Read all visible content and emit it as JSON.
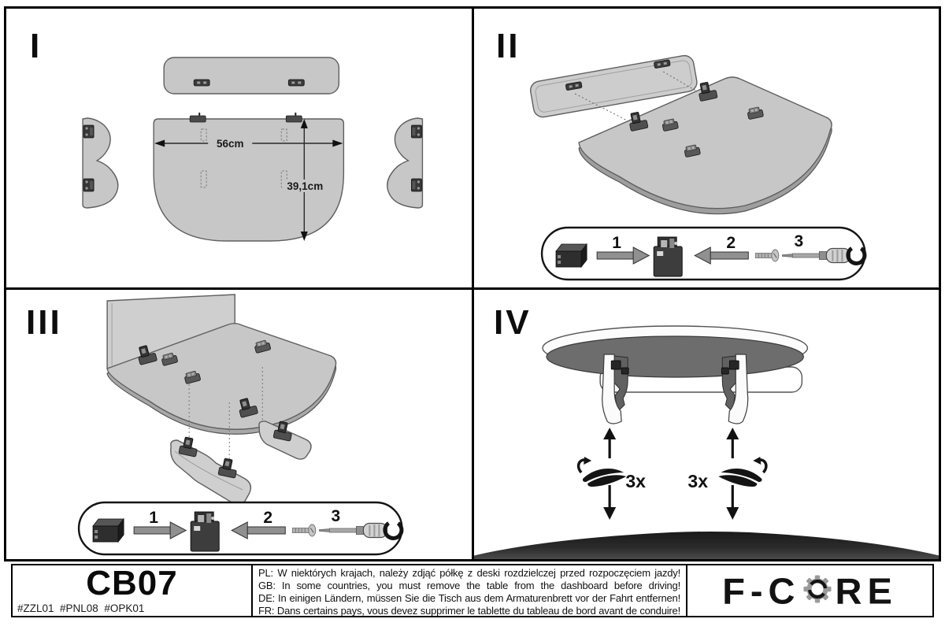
{
  "sheet": {
    "panel1": {
      "numeral": "I",
      "dim_width": "56cm",
      "dim_depth": "39,1cm"
    },
    "panel2": {
      "numeral": "II"
    },
    "panel3": {
      "numeral": "III"
    },
    "panel4": {
      "numeral": "IV",
      "repeat_left": "3x",
      "repeat_right": "3x"
    },
    "legend": {
      "step1": "1",
      "step2": "2",
      "step3": "3"
    }
  },
  "footer": {
    "model": "CB07",
    "codes": "#ZZL01  #PNL08  #OPK01",
    "warnings": [
      "PL: W niektórych krajach, należy zdjąć półkę z deski rozdzielczej przed rozpoczęciem jazdy!",
      "GB: In some countries, you must remove the table from the dashboard before driving!",
      "DE: In einigen Ländern, müssen Sie die Tisch aus dem Armaturenbrett vor der Fahrt entfernen!",
      "FR: Dans certains pays, vous devez supprimer le tablette du tableau de bord avant de conduire!"
    ],
    "brand_left": "F-C",
    "brand_right": "RE"
  },
  "colors": {
    "part_fill": "#c7c7c7",
    "part_edge": "#5f5f5f",
    "part_depth": "#9e9e9e",
    "hardware_dark": "#2e2e2e",
    "line_black": "#141414",
    "dashboard_top": "#1a1a1a",
    "dashboard_bottom": "#4f4f4f",
    "gear_gray": "#9a9a9a"
  },
  "icons": [
    "clip-icon",
    "screw-icon",
    "screwdriver-icon",
    "snap-ring-icon",
    "arrow-right-icon",
    "arrow-left-icon",
    "arrow-up-icon",
    "arrow-down-icon",
    "twist-arrow-icon",
    "gear-icon"
  ]
}
